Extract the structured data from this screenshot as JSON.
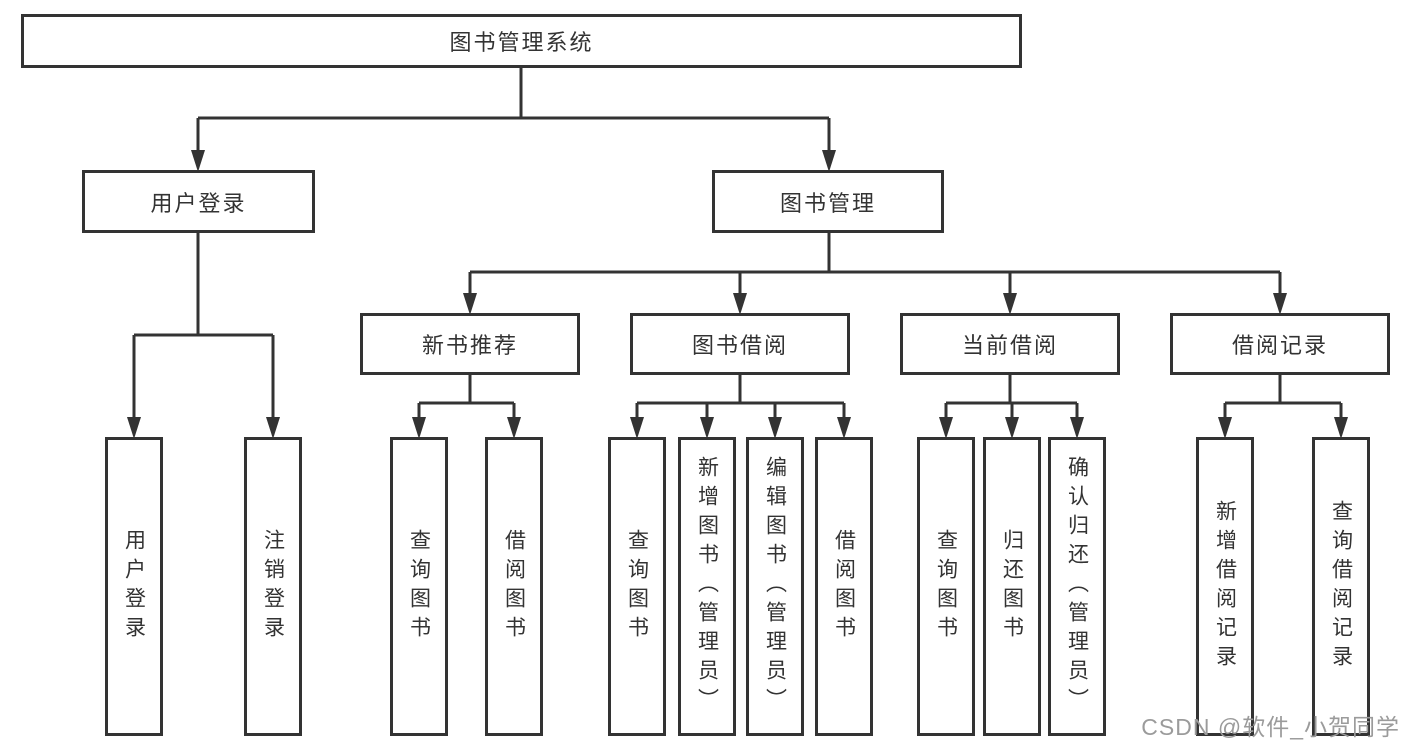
{
  "diagram": {
    "root": {
      "label": "图书管理系统"
    },
    "branches": [
      {
        "label": "用户登录",
        "children": [
          {
            "label": "用户登录"
          },
          {
            "label": "注销登录"
          }
        ]
      },
      {
        "label": "图书管理",
        "children": [
          {
            "label": "新书推荐",
            "children": [
              {
                "label": "查询图书"
              },
              {
                "label": "借阅图书"
              }
            ]
          },
          {
            "label": "图书借阅",
            "children": [
              {
                "label": "查询图书"
              },
              {
                "label": "新增图书（管理员）"
              },
              {
                "label": "编辑图书（管理员）"
              },
              {
                "label": "借阅图书"
              }
            ]
          },
          {
            "label": "当前借阅",
            "children": [
              {
                "label": "查询图书"
              },
              {
                "label": "归还图书"
              },
              {
                "label": "确认归还（管理员）"
              }
            ]
          },
          {
            "label": "借阅记录",
            "children": [
              {
                "label": "新增借阅记录"
              },
              {
                "label": "查询借阅记录"
              }
            ]
          }
        ]
      }
    ]
  },
  "watermark": {
    "text": "CSDN @软件_小贺同学"
  },
  "colors": {
    "line": "#333333",
    "text": "#333333",
    "node_background": "#ffffff",
    "page_background": "#ffffff",
    "watermark": "#9b9b9b"
  }
}
